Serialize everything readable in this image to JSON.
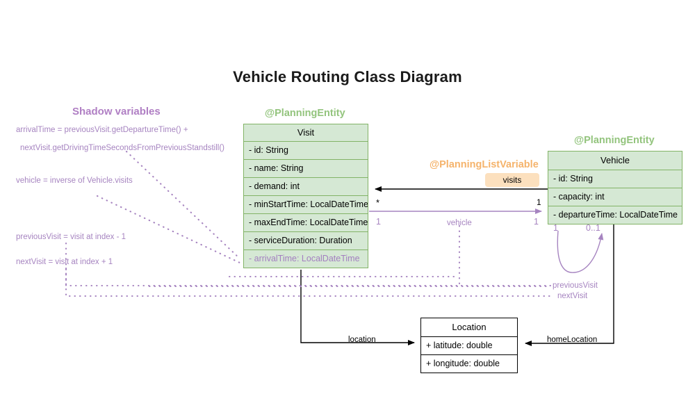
{
  "title": "Vehicle Routing Class Diagram",
  "classes": {
    "visit": {
      "stereotype": "@PlanningEntity",
      "name": "Visit",
      "attributes": [
        "- id: String",
        "- name: String",
        "- demand: int",
        "- minStartTime: LocalDateTime",
        "- maxEndTime: LocalDateTime",
        "- serviceDuration: Duration",
        "- arrivalTime: LocalDateTime"
      ]
    },
    "vehicle": {
      "stereotype": "@PlanningEntity",
      "name": "Vehicle",
      "attributes": [
        "- id: String",
        "- capacity: int",
        "- departureTime: LocalDateTime"
      ]
    },
    "location": {
      "name": "Location",
      "attributes": [
        "+ latitude: double",
        "+ longitude: double"
      ]
    }
  },
  "shadow_variables": {
    "title": "Shadow variables",
    "lines": [
      "arrivalTime = previousVisit.getDepartureTime() +",
      "nextVisit.getDrivingTimeSecondsFromPreviousStandstill()",
      "vehicle = inverse of Vehicle.visits",
      "previousVisit = visit at index - 1",
      "nextVisit = visit at index + 1"
    ]
  },
  "annotations": {
    "planning_list_variable": "@PlanningListVariable"
  },
  "edges": {
    "visits_badge": "visits",
    "visits_source_multiplicity": "*",
    "visits_target_multiplicity": "1",
    "vehicle_label": "vehicle",
    "vehicle_source_multiplicity": "1",
    "vehicle_target_multiplicity": "1",
    "chain_source_multiplicity": "1",
    "chain_target_multiplicity": "0..1",
    "previous_visit_label": "previousVisit",
    "next_visit_label": "nextVisit",
    "location_label": "location",
    "home_location_label": "homeLocation"
  },
  "colors": {
    "class_fill": "#d5e8d4",
    "class_stroke": "#82b366",
    "stereotype": "#93c47d",
    "shadow_purple": "#a684c0",
    "list_variable_orange": "#f5b36b",
    "badge_fill": "#fce0be"
  }
}
